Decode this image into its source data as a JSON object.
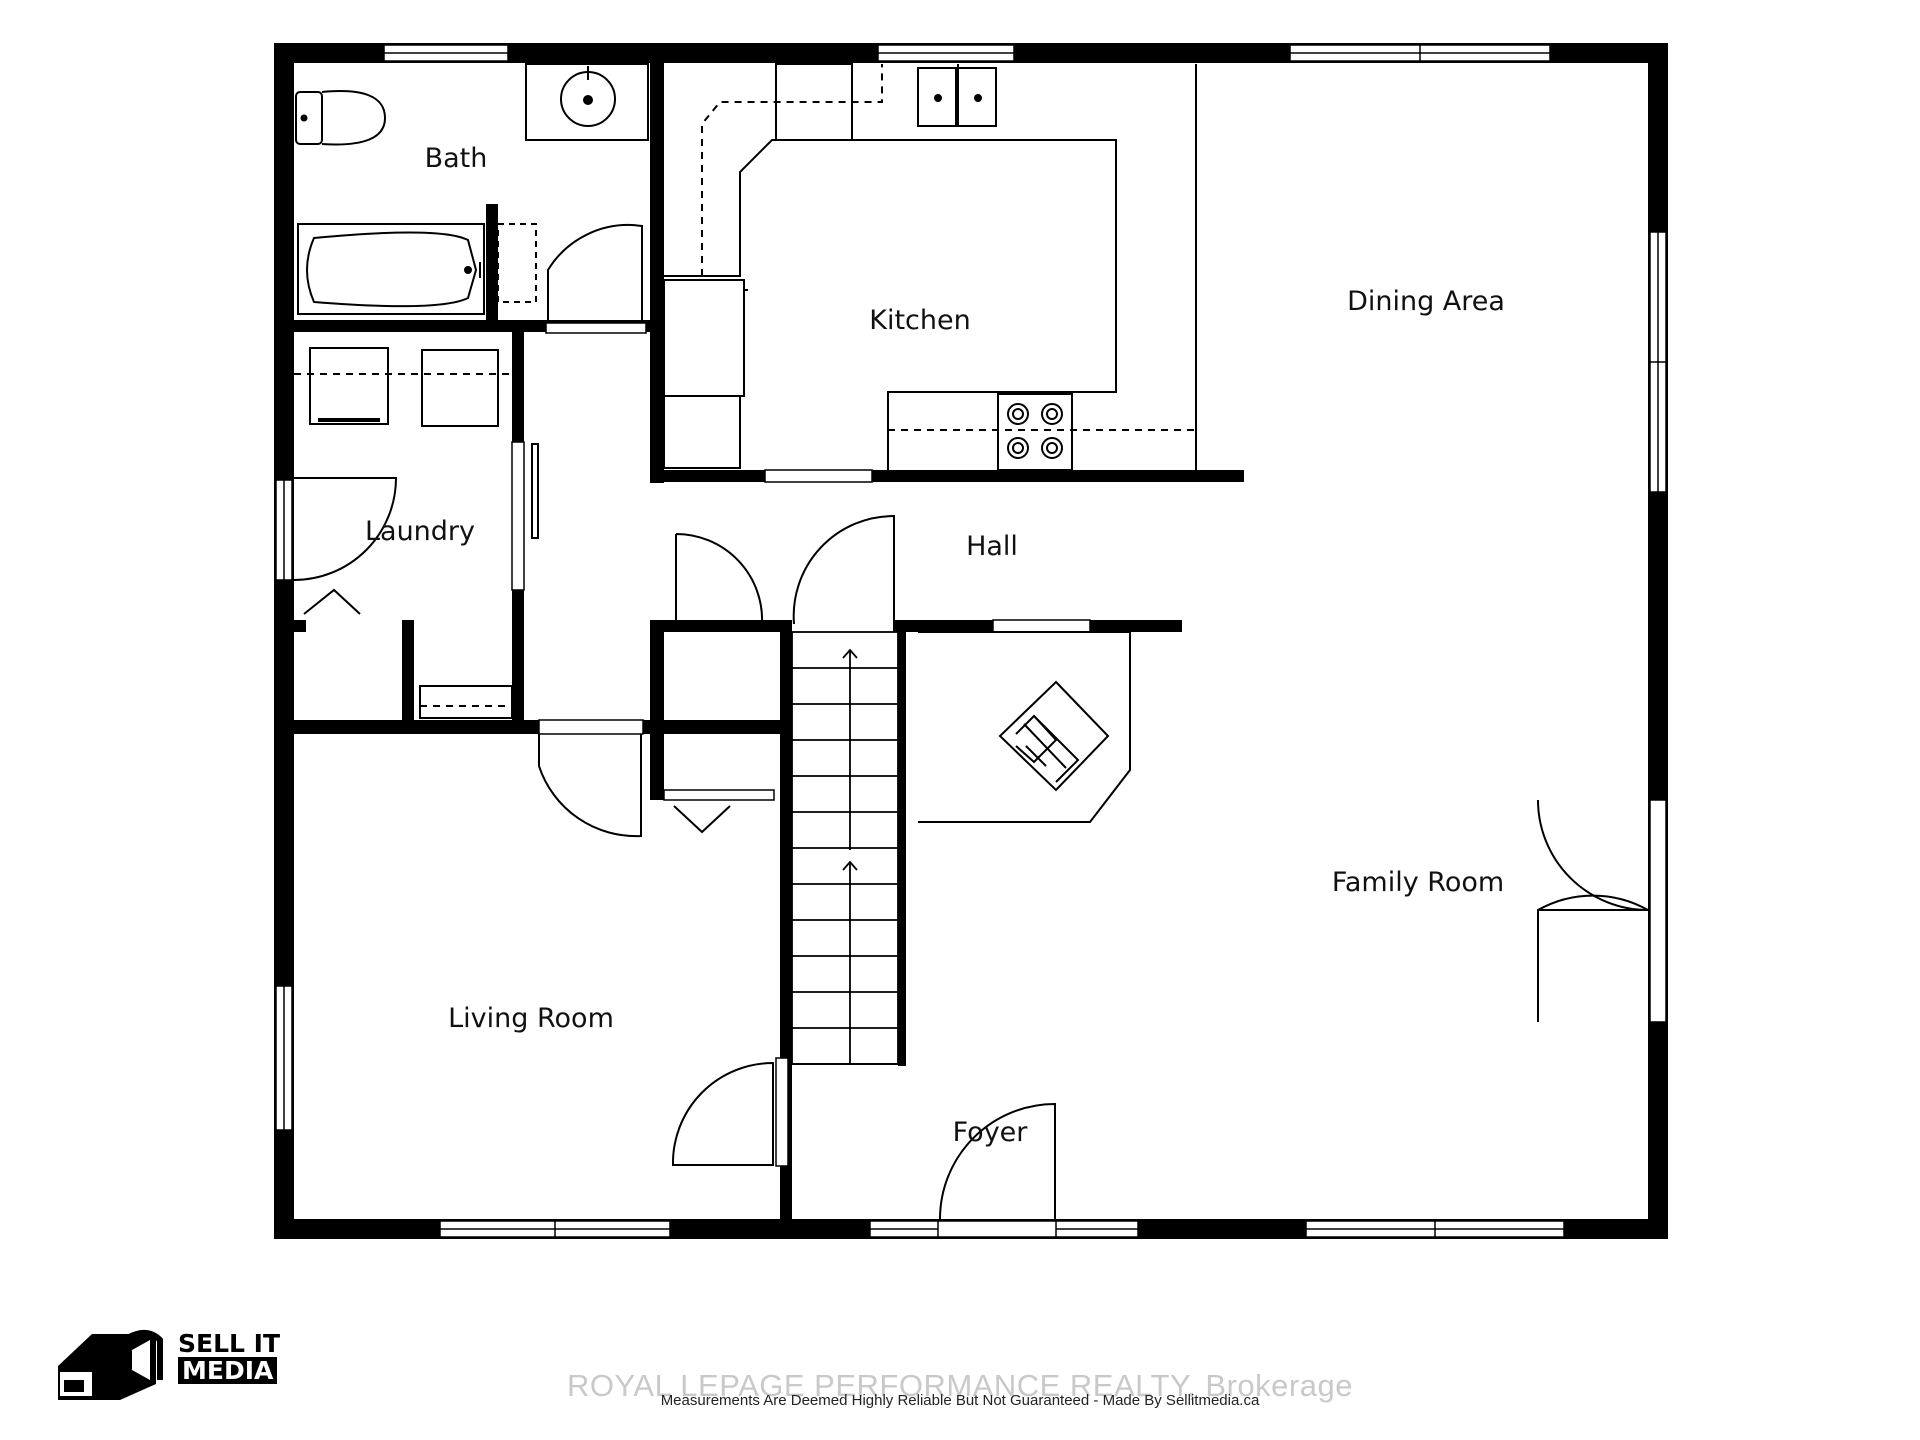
{
  "rooms": {
    "bath": "Bath",
    "kitchen": "Kitchen",
    "dining": "Dining Area",
    "laundry": "Laundry",
    "hall": "Hall",
    "family": "Family Room",
    "living": "Living Room",
    "foyer": "Foyer"
  },
  "branding": {
    "line1": "SELL IT",
    "line2": "MEDIA"
  },
  "footer": {
    "watermark": "ROYAL LEPAGE PERFORMANCE REALTY, Brokerage",
    "note": "Measurements Are Deemed Highly Reliable But Not Guaranteed - Made By Sellitmedia.ca"
  },
  "colors": {
    "wall": "#000000",
    "line": "#000000",
    "watermark": "#c9c9c9"
  }
}
